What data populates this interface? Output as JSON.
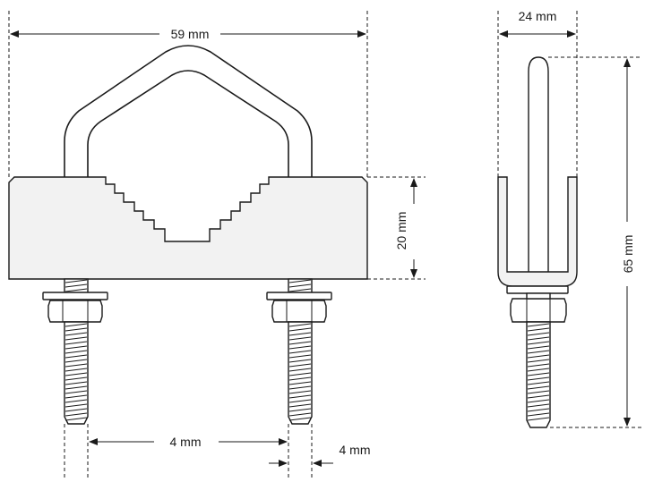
{
  "dimensions": {
    "top_width": "59 mm",
    "side_width": "24 mm",
    "block_height": "20 mm",
    "total_height": "65 mm",
    "bolt_spacing": "4 mm",
    "bolt_diameter": "4 mm"
  },
  "colors": {
    "line": "#1a1a1a",
    "part_fill": "#f2f2f2",
    "background": "#ffffff"
  }
}
